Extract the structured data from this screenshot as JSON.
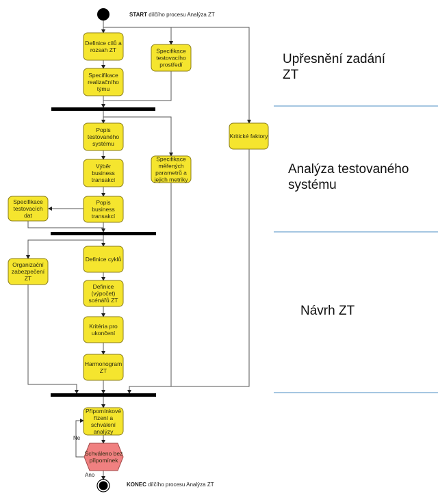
{
  "diagram": {
    "start_caption": {
      "bold": "START",
      "text": " dílčího procesu Analýza ZT"
    },
    "end_caption": {
      "bold": "KONEC",
      "text": " dílčího procesu Analýza ZT"
    },
    "colors": {
      "activity_fill": "#f5e52e",
      "activity_stroke": "#8a7d1a",
      "decision_fill": "#f08080",
      "decision_stroke": "#a04848",
      "lane_line": "#6fa3cf",
      "edge": "#555555",
      "bar": "#000000"
    },
    "lanes": [
      {
        "id": "upresneni",
        "label_lines": [
          "Upřesnění zadání",
          "ZT"
        ]
      },
      {
        "id": "analyza",
        "label_lines": [
          "Analýza testovaného",
          "systému"
        ]
      },
      {
        "id": "navrh",
        "label_lines": [
          "Návrh ZT"
        ]
      }
    ],
    "nodes": [
      {
        "id": "definice-cilu",
        "type": "activity",
        "lines": [
          "Definice cílů a",
          "rozsah ZT"
        ]
      },
      {
        "id": "specifikace-tymu",
        "type": "activity",
        "lines": [
          "Specifikace",
          "realizačního",
          "týmu"
        ]
      },
      {
        "id": "specifikace-prostredi",
        "type": "activity",
        "lines": [
          "Specifikace",
          "testovacího",
          "prostředí"
        ]
      },
      {
        "id": "kriticke-faktory",
        "type": "activity",
        "lines": [
          "Kritické faktory"
        ]
      },
      {
        "id": "popis-systemu",
        "type": "activity",
        "lines": [
          "Popis",
          "testovaného",
          "systému"
        ]
      },
      {
        "id": "vyber-transakci",
        "type": "activity",
        "lines": [
          "Výběr",
          "business",
          "transakcí"
        ]
      },
      {
        "id": "popis-transakci",
        "type": "activity",
        "lines": [
          "Popis",
          "business",
          "transakcí"
        ]
      },
      {
        "id": "specifikace-dat",
        "type": "activity",
        "lines": [
          "Specifikace",
          "testovacích",
          "dat"
        ]
      },
      {
        "id": "specifikace-parametru",
        "type": "activity",
        "lines": [
          "Specifikace",
          "měřených",
          "parametrů a",
          "jejich metriky"
        ]
      },
      {
        "id": "organizacni-zabezpeceni",
        "type": "activity",
        "lines": [
          "Organizační",
          "zabezpečení",
          "ZT"
        ]
      },
      {
        "id": "definice-cyklu",
        "type": "activity",
        "lines": [
          "Definice cyklů"
        ]
      },
      {
        "id": "definice-scenaru",
        "type": "activity",
        "lines": [
          "Definice",
          "(výpočet)",
          "scénářů ZT"
        ]
      },
      {
        "id": "kriteria-ukonceni",
        "type": "activity",
        "lines": [
          "Kritéria pro",
          "ukončení"
        ]
      },
      {
        "id": "harmonogram",
        "type": "activity",
        "lines": [
          "Harmonogram",
          "ZT"
        ]
      },
      {
        "id": "pripominkove-rizeni",
        "type": "activity",
        "lines": [
          "Připomínkové",
          "řízení a",
          "schválení",
          "analýzy"
        ]
      },
      {
        "id": "schvaleno",
        "type": "decision",
        "lines": [
          "Schváleno bez",
          "připomínek"
        ]
      }
    ],
    "edge_labels": {
      "no": "Ne",
      "yes": "Ano"
    }
  }
}
